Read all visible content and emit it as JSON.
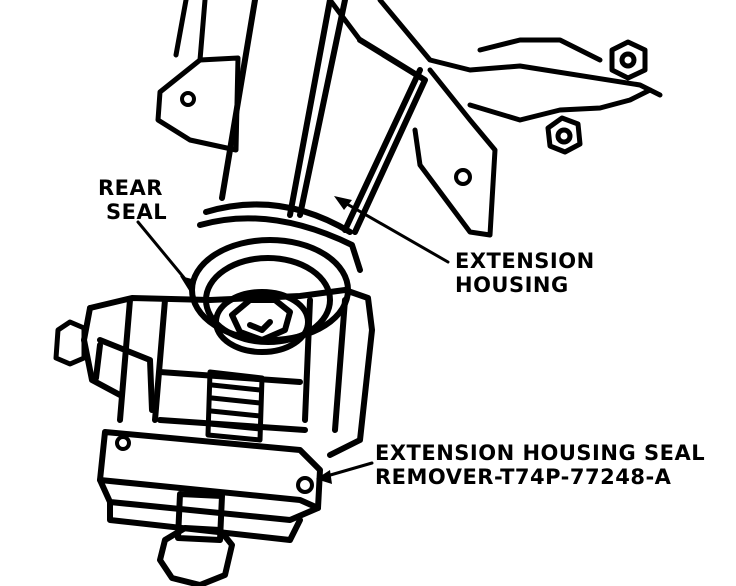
{
  "labels": {
    "rear_seal": [
      "REAR",
      "SEAL"
    ],
    "extension_housing": [
      "EXTENSION",
      "HOUSING"
    ],
    "seal_remover": [
      "EXTENSION HOUSING SEAL",
      "REMOVER-T74P-77248-A"
    ]
  },
  "colors": {
    "ink": "#000000",
    "paper": "#ffffff"
  }
}
